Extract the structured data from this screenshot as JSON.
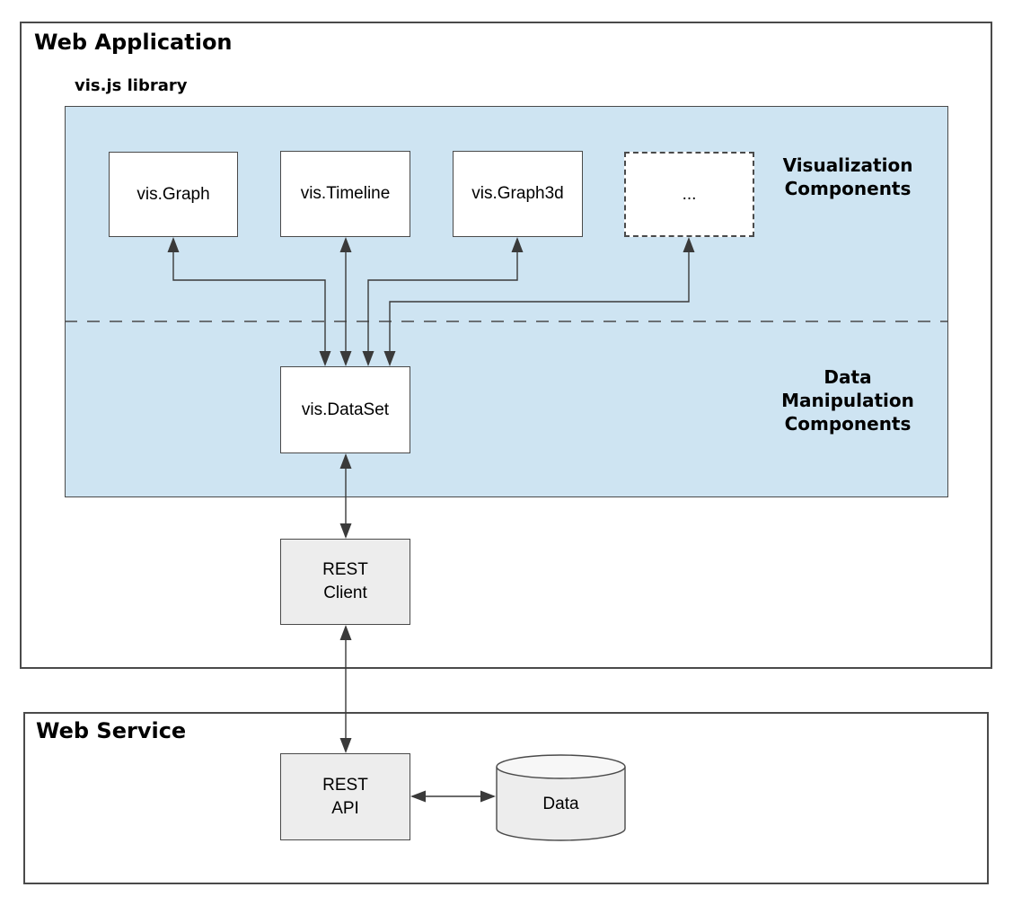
{
  "web_application": {
    "label": "Web Application"
  },
  "vis_library": {
    "label": "vis.js library",
    "visualization_section": {
      "lines": [
        "Visualization",
        "Components"
      ]
    },
    "data_manipulation_section": {
      "lines": [
        "Data",
        "Manipulation",
        "Components"
      ]
    },
    "nodes": {
      "vis_graph": "vis.Graph",
      "vis_timeline": "vis.Timeline",
      "vis_graph3d": "vis.Graph3d",
      "more_components": "...",
      "vis_dataset": "vis.DataSet"
    }
  },
  "rest_client": {
    "lines": [
      "REST",
      "Client"
    ]
  },
  "web_service": {
    "label": "Web Service",
    "rest_api": {
      "lines": [
        "REST",
        "API"
      ]
    },
    "data_store": "Data"
  },
  "edges": [
    {
      "from": "vis.Graph",
      "to": "vis.DataSet",
      "bidirectional": true
    },
    {
      "from": "vis.Timeline",
      "to": "vis.DataSet",
      "bidirectional": true
    },
    {
      "from": "vis.Graph3d",
      "to": "vis.DataSet",
      "bidirectional": true
    },
    {
      "from": "...",
      "to": "vis.DataSet",
      "bidirectional": true
    },
    {
      "from": "vis.DataSet",
      "to": "REST Client",
      "bidirectional": true
    },
    {
      "from": "REST Client",
      "to": "REST API",
      "bidirectional": true
    },
    {
      "from": "REST API",
      "to": "Data",
      "bidirectional": true
    }
  ],
  "colors": {
    "panel_fill": "#cee4f2",
    "node_fill_white": "#ffffff",
    "node_fill_gray": "#ededed",
    "stroke": "#4a4a4a",
    "arrow": "#3a3a3a",
    "text": "#000000"
  }
}
